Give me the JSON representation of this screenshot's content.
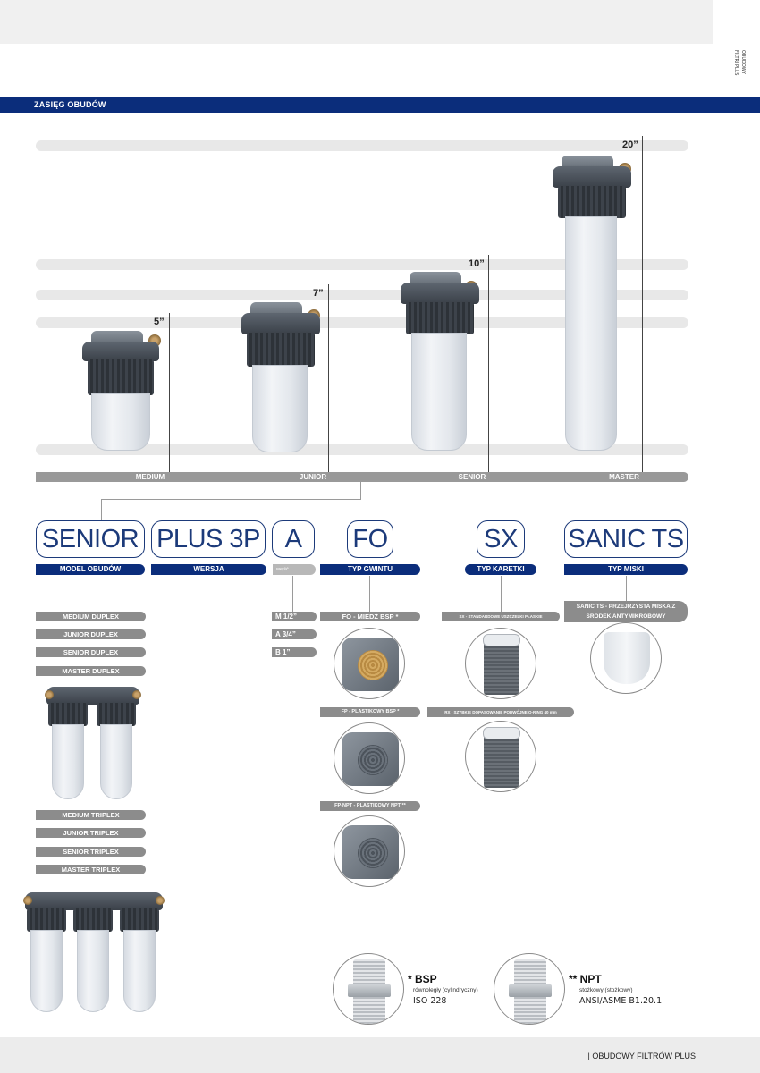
{
  "header": {
    "title": "ZASIĘG OBUDÓW",
    "side_text": [
      "FILTRI PLUS",
      "OBUDOWY"
    ]
  },
  "range": {
    "sizes": [
      "5”",
      "7”",
      "10”",
      "20”"
    ],
    "models": [
      "MEDIUM",
      "JUNIOR",
      "SENIOR",
      "MASTER"
    ]
  },
  "codes": [
    "SENIOR",
    "PLUS 3P",
    "A",
    "FO",
    "SX",
    "SANIC TS"
  ],
  "categories": {
    "model": "MODEL OBUDÓW",
    "version": "WERSJA",
    "inlets": "wejść",
    "thread": "TYP GWINTU",
    "cartridge": "TYP KARETKI",
    "bowl": "TYP MISKI"
  },
  "duplex": [
    "MEDIUM DUPLEX",
    "JUNIOR DUPLEX",
    "SENIOR DUPLEX",
    "MASTER DUPLEX"
  ],
  "triplex": [
    "MEDIUM TRIPLEX",
    "JUNIOR TRIPLEX",
    "SENIOR TRIPLEX",
    "MASTER TRIPLEX"
  ],
  "thread_sizes": [
    "M 1/2”",
    "A 3/4”",
    "B 1”"
  ],
  "thread_types": [
    "FO - MIEDŹ BSP *",
    "FP - PLASTIKOWY BSP *",
    "FP-NPT - PLASTIKOWY NPT **"
  ],
  "cartridge_types": [
    "SX - STANDARDOWE USZCZELKI PŁASKIE",
    "RX - SZYBKIE DOPASOWANIE PODWÓJNE O-RING 40 mm"
  ],
  "bowl_types": [
    "SANIC TS - PRZEJRZYSTA MISKA Z",
    "ŚRODEK ANTYMIKROBOWY"
  ],
  "footnotes": {
    "bsp": {
      "title": "* BSP",
      "sub": "równoległy (cylindryczny)",
      "std": "ISO 228"
    },
    "npt": {
      "title": "** NPT",
      "sub": "stożkowy (stożkowy)",
      "std": "ANSI/ASME B1.20.1"
    }
  },
  "footer": "| OBUDOWY FILTRÓW PLUS"
}
